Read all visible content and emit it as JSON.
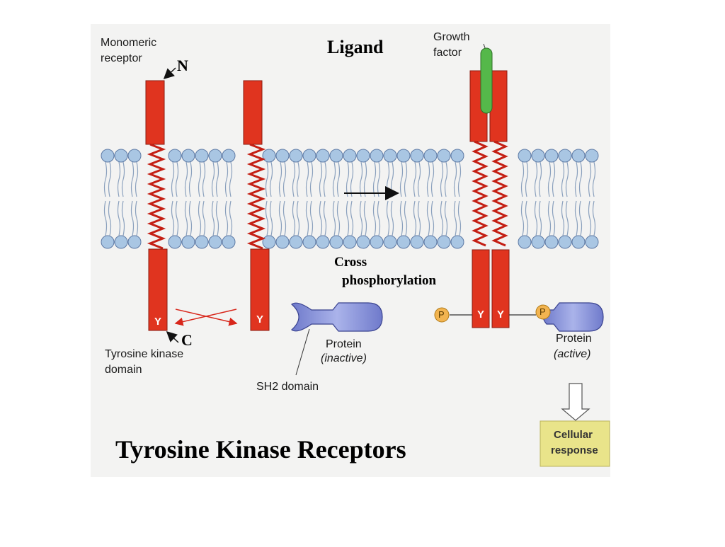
{
  "labels": {
    "monomeric_receptor": [
      "Monomeric",
      "receptor"
    ],
    "n_terminus": "N",
    "c_terminus": "C",
    "ligand": "Ligand",
    "growth_factor": [
      "Growth",
      "factor"
    ],
    "cross_phosphorylation": [
      "Cross",
      "phosphorylation"
    ],
    "protein_inactive": [
      "Protein",
      "(inactive)"
    ],
    "protein_active": [
      "Protein",
      "(active)"
    ],
    "tyrosine_kinase_domain": [
      "Tyrosine kinase",
      "domain"
    ],
    "sh2_domain": "SH2 domain",
    "cellular_response": [
      "Cellular",
      "response"
    ],
    "tyrosine_letter": "Y",
    "phosphate_letter": "P",
    "title": "Tyrosine Kinase Receptors"
  },
  "colors": {
    "receptor": "#e0341f",
    "lipid_head": "#a9c6e3",
    "growth_factor": "#55b84a",
    "protein": "#8e98d6",
    "phosphate": "#f2b450",
    "cellular_response": "#e9e48a",
    "background": "#f3f3f2"
  }
}
